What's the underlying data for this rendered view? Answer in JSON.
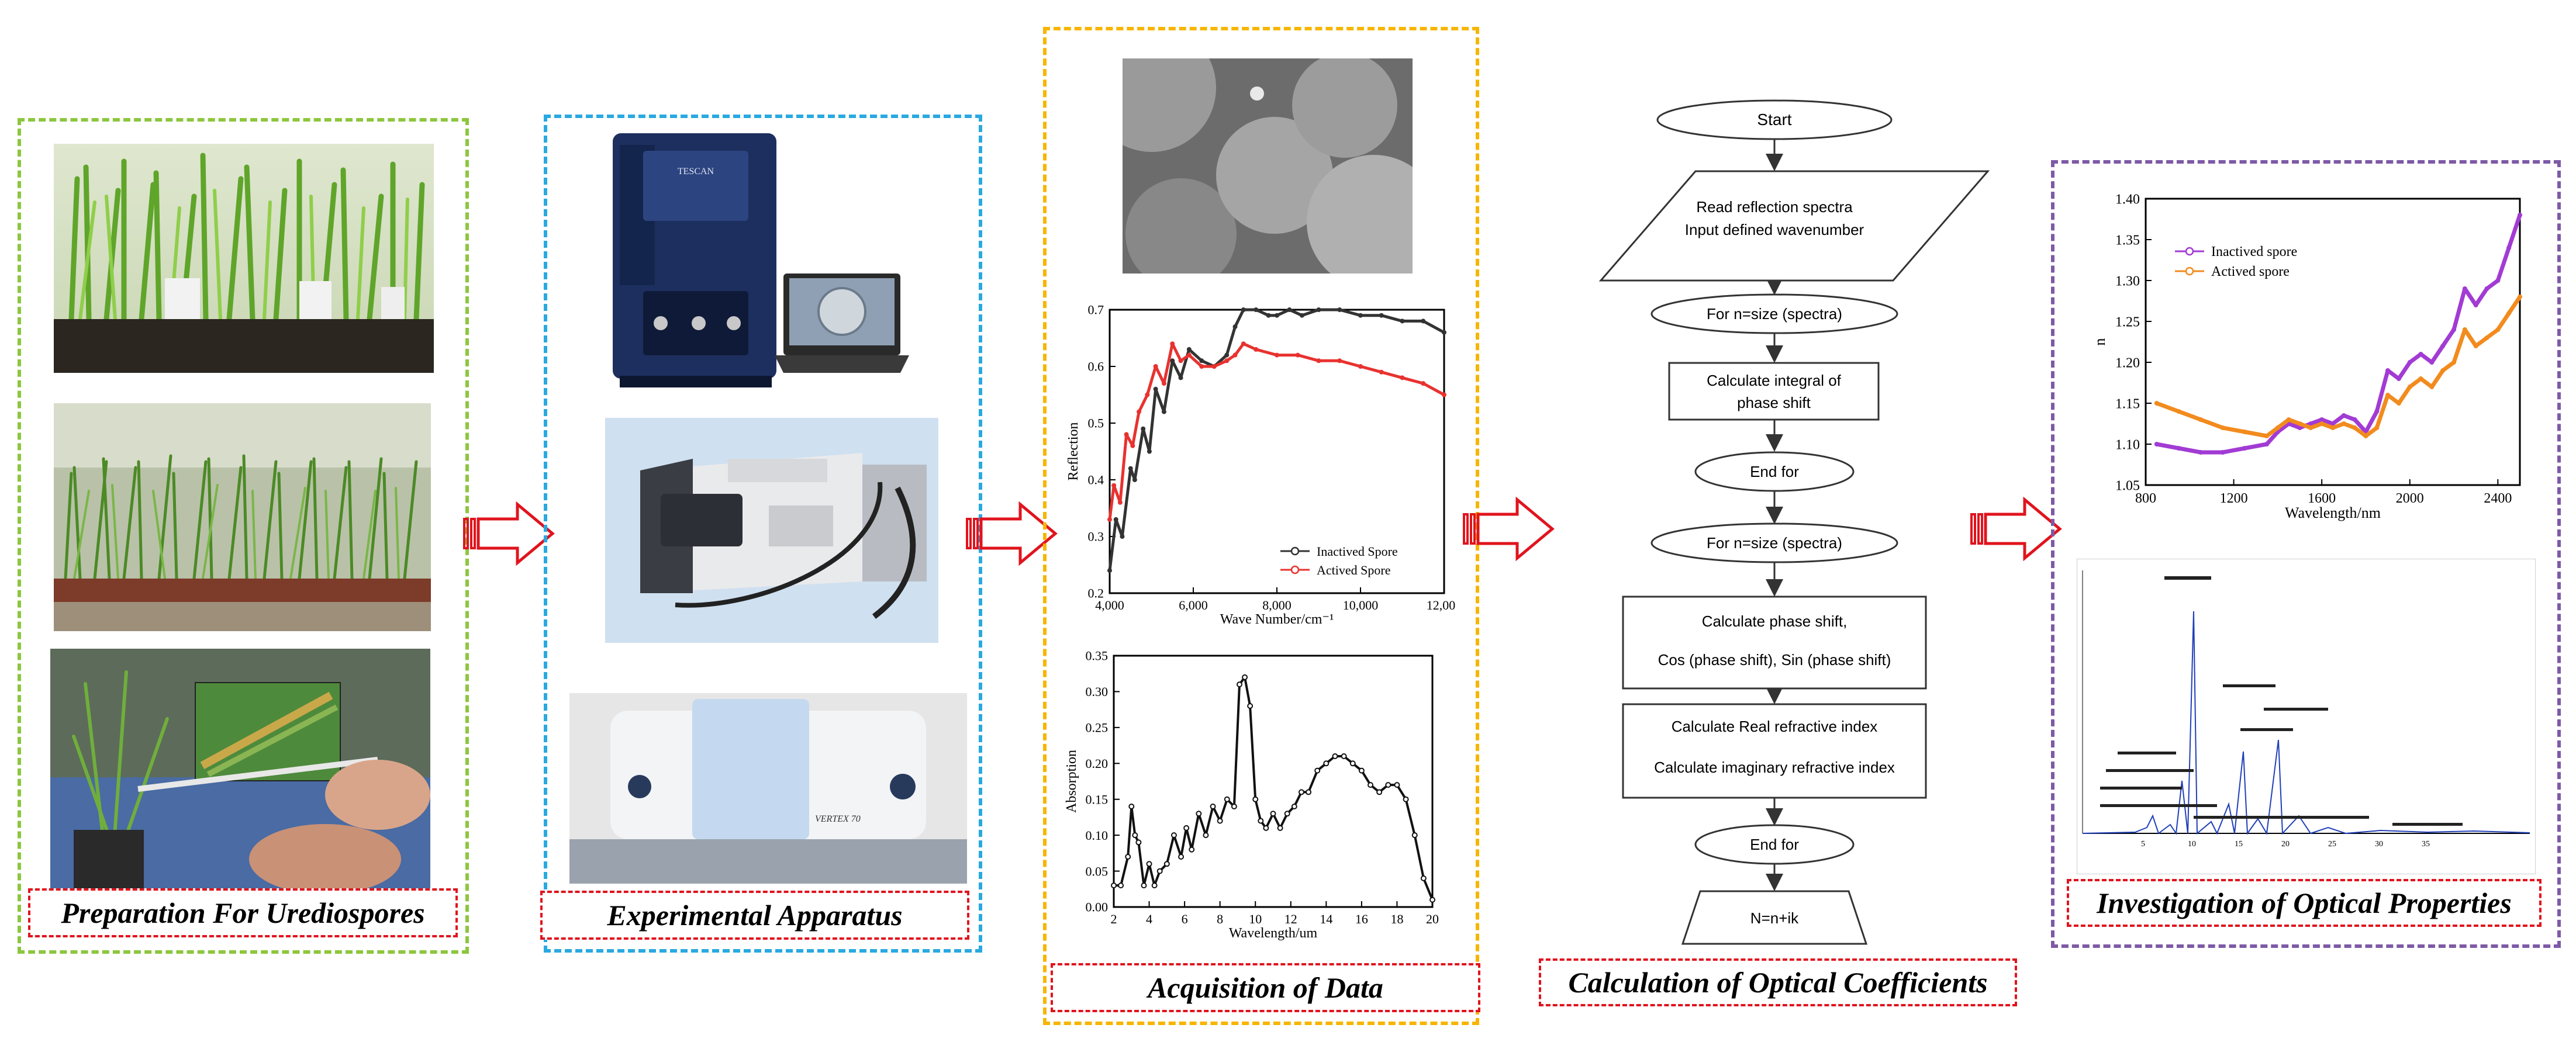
{
  "captions": {
    "preparation": "Preparation For Urediospores",
    "apparatus": "Experimental Apparatus",
    "acquisition": "Acquisition of Data",
    "calculation": "Calculation of Optical Coefficients",
    "investigation": "Investigation of Optical Properties"
  },
  "colors": {
    "green_panel": "#8dc63f",
    "blue_panel": "#29a9e0",
    "yellow_panel": "#f7b500",
    "purple_panel": "#7d5aa6",
    "caption_border": "#e0141e",
    "arrow": "#e0141e"
  },
  "icons": [
    "wheat-seedlings-photo",
    "wheat-tray-photo",
    "spore-inoculation-photo",
    "microscope-photo",
    "spectrometer-photo",
    "ftir-instrument-photo",
    "sem-spore-image",
    "chromatogram-image"
  ],
  "instruments": {
    "microscope_brand": "TESCAN",
    "ftir_model": "VERTEX 70"
  },
  "flowchart": {
    "start": "Start",
    "read_line1": "Read reflection spectra",
    "read_line2": "Input defined wavenumber",
    "loop1": "For n=size (spectra)",
    "integral_line1": "Calculate integral of",
    "integral_line2": "phase shift",
    "endfor1": "End for",
    "loop2": "For n=size (spectra)",
    "phase_line1": "Calculate phase shift,",
    "phase_line2": "Cos (phase shift), Sin (phase shift)",
    "index_line1": "Calculate Real refractive index",
    "index_line2": "Calculate imaginary refractive index",
    "endfor2": "End for",
    "output": "N=n+ik"
  },
  "chart_data": [
    {
      "type": "line",
      "xlabel": "Wave Number/cm⁻¹",
      "ylabel": "Reflection",
      "xlim": [
        4000,
        12000
      ],
      "ylim": [
        0.2,
        0.7
      ],
      "x_ticks": [
        "4,000",
        "6,000",
        "8,000",
        "10,000",
        "12,000"
      ],
      "y_ticks": [
        "0.2",
        "0.3",
        "0.4",
        "0.5",
        "0.6",
        "0.7"
      ],
      "legend": "bottom-right",
      "series": [
        {
          "name": "Inactived Spore",
          "color": "#333333",
          "x": [
            4000,
            4150,
            4300,
            4500,
            4600,
            4800,
            4950,
            5100,
            5300,
            5500,
            5700,
            5900,
            6200,
            6500,
            6800,
            7000,
            7200,
            7500,
            7800,
            8000,
            8300,
            8600,
            9000,
            9500,
            10000,
            10500,
            11000,
            11500,
            12000
          ],
          "y": [
            0.24,
            0.33,
            0.3,
            0.42,
            0.4,
            0.49,
            0.45,
            0.56,
            0.52,
            0.61,
            0.58,
            0.63,
            0.61,
            0.6,
            0.62,
            0.67,
            0.7,
            0.7,
            0.69,
            0.69,
            0.7,
            0.69,
            0.7,
            0.7,
            0.69,
            0.69,
            0.68,
            0.68,
            0.66
          ]
        },
        {
          "name": "Actived Spore",
          "color": "#e8322f",
          "x": [
            4000,
            4100,
            4250,
            4400,
            4550,
            4700,
            4900,
            5100,
            5300,
            5500,
            5700,
            5900,
            6200,
            6500,
            6800,
            7000,
            7200,
            7500,
            8000,
            8500,
            9000,
            9500,
            10000,
            10500,
            11000,
            11500,
            12000
          ],
          "y": [
            0.33,
            0.39,
            0.36,
            0.48,
            0.46,
            0.52,
            0.55,
            0.6,
            0.57,
            0.64,
            0.61,
            0.62,
            0.6,
            0.6,
            0.61,
            0.62,
            0.64,
            0.63,
            0.62,
            0.62,
            0.61,
            0.61,
            0.6,
            0.59,
            0.58,
            0.57,
            0.55
          ]
        }
      ]
    },
    {
      "type": "line",
      "xlabel": "Wavelength/um",
      "ylabel": "Absorption",
      "xlim": [
        2,
        20
      ],
      "ylim": [
        0,
        0.35
      ],
      "x_ticks": [
        "2",
        "4",
        "6",
        "8",
        "10",
        "12",
        "14",
        "16",
        "18",
        "20"
      ],
      "y_ticks": [
        "0.00",
        "0.05",
        "0.10",
        "0.15",
        "0.20",
        "0.25",
        "0.30",
        "0.35"
      ],
      "series": [
        {
          "name": "",
          "color": "#111111",
          "x": [
            2.0,
            2.4,
            2.8,
            3.0,
            3.2,
            3.4,
            3.7,
            4.0,
            4.3,
            4.6,
            5.0,
            5.4,
            5.8,
            6.1,
            6.4,
            6.8,
            7.2,
            7.6,
            8.0,
            8.4,
            8.8,
            9.1,
            9.4,
            9.7,
            10.0,
            10.3,
            10.6,
            11.0,
            11.4,
            11.8,
            12.2,
            12.6,
            13.0,
            13.5,
            14.0,
            14.5,
            15.0,
            15.5,
            16.0,
            16.5,
            17.0,
            17.5,
            18.0,
            18.5,
            19.0,
            19.5,
            20.0
          ],
          "y": [
            0.03,
            0.03,
            0.07,
            0.14,
            0.1,
            0.09,
            0.03,
            0.06,
            0.03,
            0.05,
            0.06,
            0.1,
            0.07,
            0.11,
            0.08,
            0.13,
            0.1,
            0.14,
            0.12,
            0.15,
            0.14,
            0.31,
            0.32,
            0.28,
            0.15,
            0.12,
            0.11,
            0.13,
            0.11,
            0.13,
            0.14,
            0.16,
            0.16,
            0.19,
            0.2,
            0.21,
            0.21,
            0.2,
            0.19,
            0.17,
            0.16,
            0.17,
            0.17,
            0.15,
            0.1,
            0.04,
            0.01
          ]
        }
      ]
    },
    {
      "type": "line",
      "xlabel": "Wavelength/nm",
      "ylabel": "n",
      "xlim": [
        800,
        2500
      ],
      "ylim": [
        1.05,
        1.4
      ],
      "x_ticks": [
        "800",
        "1200",
        "1600",
        "2000",
        "2400"
      ],
      "y_ticks": [
        "1.05",
        "1.10",
        "1.15",
        "1.20",
        "1.25",
        "1.30",
        "1.35",
        "1.40"
      ],
      "legend": "top-left",
      "series": [
        {
          "name": "Inactived spore",
          "color": "#a23bd4",
          "x": [
            850,
            950,
            1050,
            1150,
            1250,
            1350,
            1400,
            1450,
            1500,
            1550,
            1600,
            1650,
            1700,
            1750,
            1800,
            1850,
            1900,
            1950,
            2000,
            2050,
            2100,
            2150,
            2200,
            2250,
            2300,
            2350,
            2400,
            2450,
            2500
          ],
          "y": [
            1.1,
            1.095,
            1.09,
            1.09,
            1.095,
            1.1,
            1.115,
            1.125,
            1.12,
            1.125,
            1.13,
            1.125,
            1.135,
            1.13,
            1.115,
            1.14,
            1.19,
            1.18,
            1.2,
            1.21,
            1.2,
            1.22,
            1.24,
            1.29,
            1.27,
            1.29,
            1.3,
            1.34,
            1.38
          ]
        },
        {
          "name": "Actived spore",
          "color": "#f28b1e",
          "x": [
            850,
            950,
            1050,
            1150,
            1250,
            1350,
            1400,
            1450,
            1500,
            1550,
            1600,
            1650,
            1700,
            1750,
            1800,
            1850,
            1900,
            1950,
            2000,
            2050,
            2100,
            2150,
            2200,
            2250,
            2300,
            2350,
            2400,
            2450,
            2500
          ],
          "y": [
            1.15,
            1.14,
            1.13,
            1.12,
            1.115,
            1.11,
            1.12,
            1.13,
            1.125,
            1.12,
            1.125,
            1.12,
            1.125,
            1.12,
            1.11,
            1.12,
            1.16,
            1.15,
            1.17,
            1.18,
            1.17,
            1.19,
            1.2,
            1.24,
            1.22,
            1.23,
            1.24,
            1.26,
            1.28
          ]
        }
      ]
    }
  ]
}
